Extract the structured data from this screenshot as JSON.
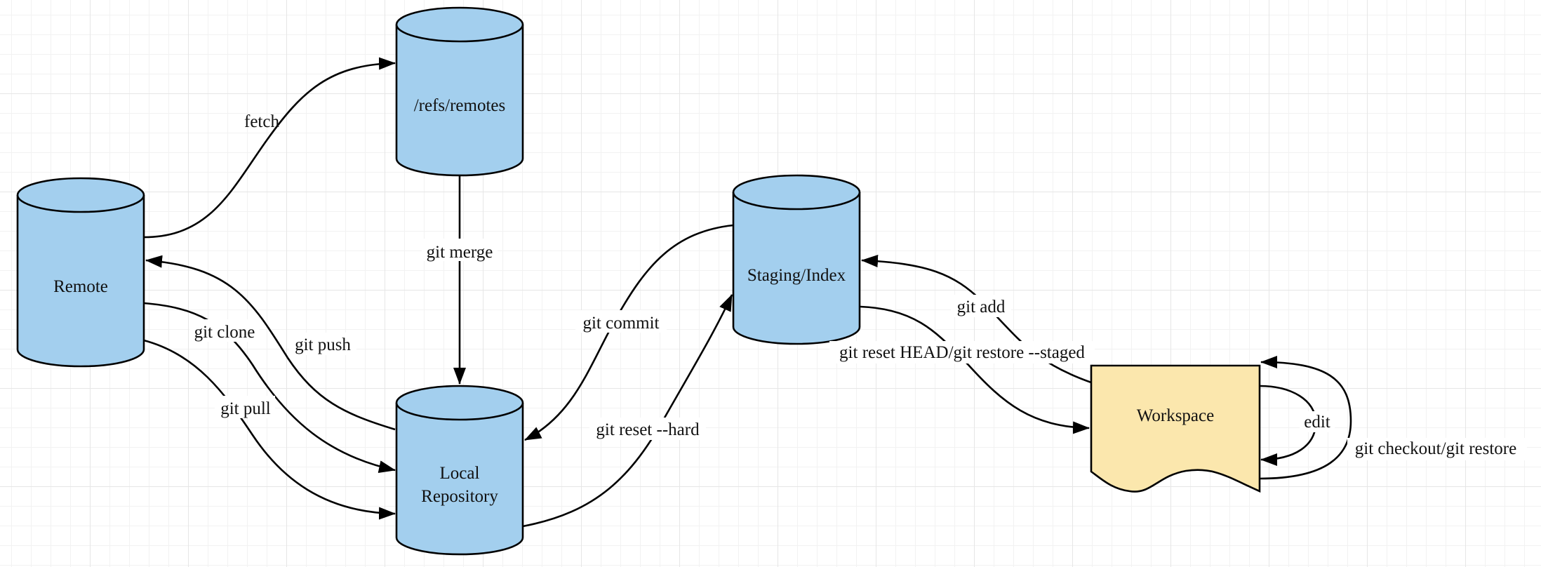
{
  "nodes": {
    "remote": "Remote",
    "refs_remotes": "/refs/remotes",
    "staging": "Staging/Index",
    "local_line1": "Local",
    "local_line2": "Repository",
    "workspace": "Workspace"
  },
  "edges": {
    "fetch": "fetch",
    "git_merge": "git merge",
    "git_clone": "git clone",
    "git_push": "git push",
    "git_pull": "git pull",
    "git_commit": "git commit",
    "git_reset_hard": "git reset --hard",
    "git_add": "git add",
    "git_reset_head": "git reset HEAD/git restore --staged",
    "edit": "edit",
    "git_checkout": "git checkout/git restore"
  },
  "colors": {
    "cylinder_fill": "#a3cfee",
    "document_fill": "#fbe7ad",
    "stroke": "#000000"
  }
}
